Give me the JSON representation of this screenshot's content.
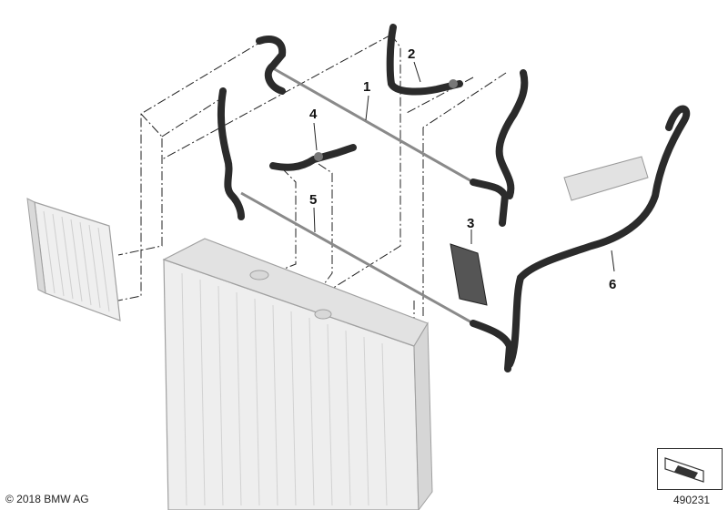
{
  "callouts": {
    "c1": "1",
    "c2": "2",
    "c3": "3",
    "c4": "4",
    "c5": "5",
    "c6": "6"
  },
  "footer": {
    "copyright": "© 2018 BMW AG",
    "image_number": "490231"
  },
  "colors": {
    "hose": "#2b2b2b",
    "hose_highlight": "#6a6a6a",
    "pipe": "#8a8a8a",
    "part_light": "#e6e6e6",
    "part_outline": "#9a9a9a",
    "dash": "#222222"
  }
}
